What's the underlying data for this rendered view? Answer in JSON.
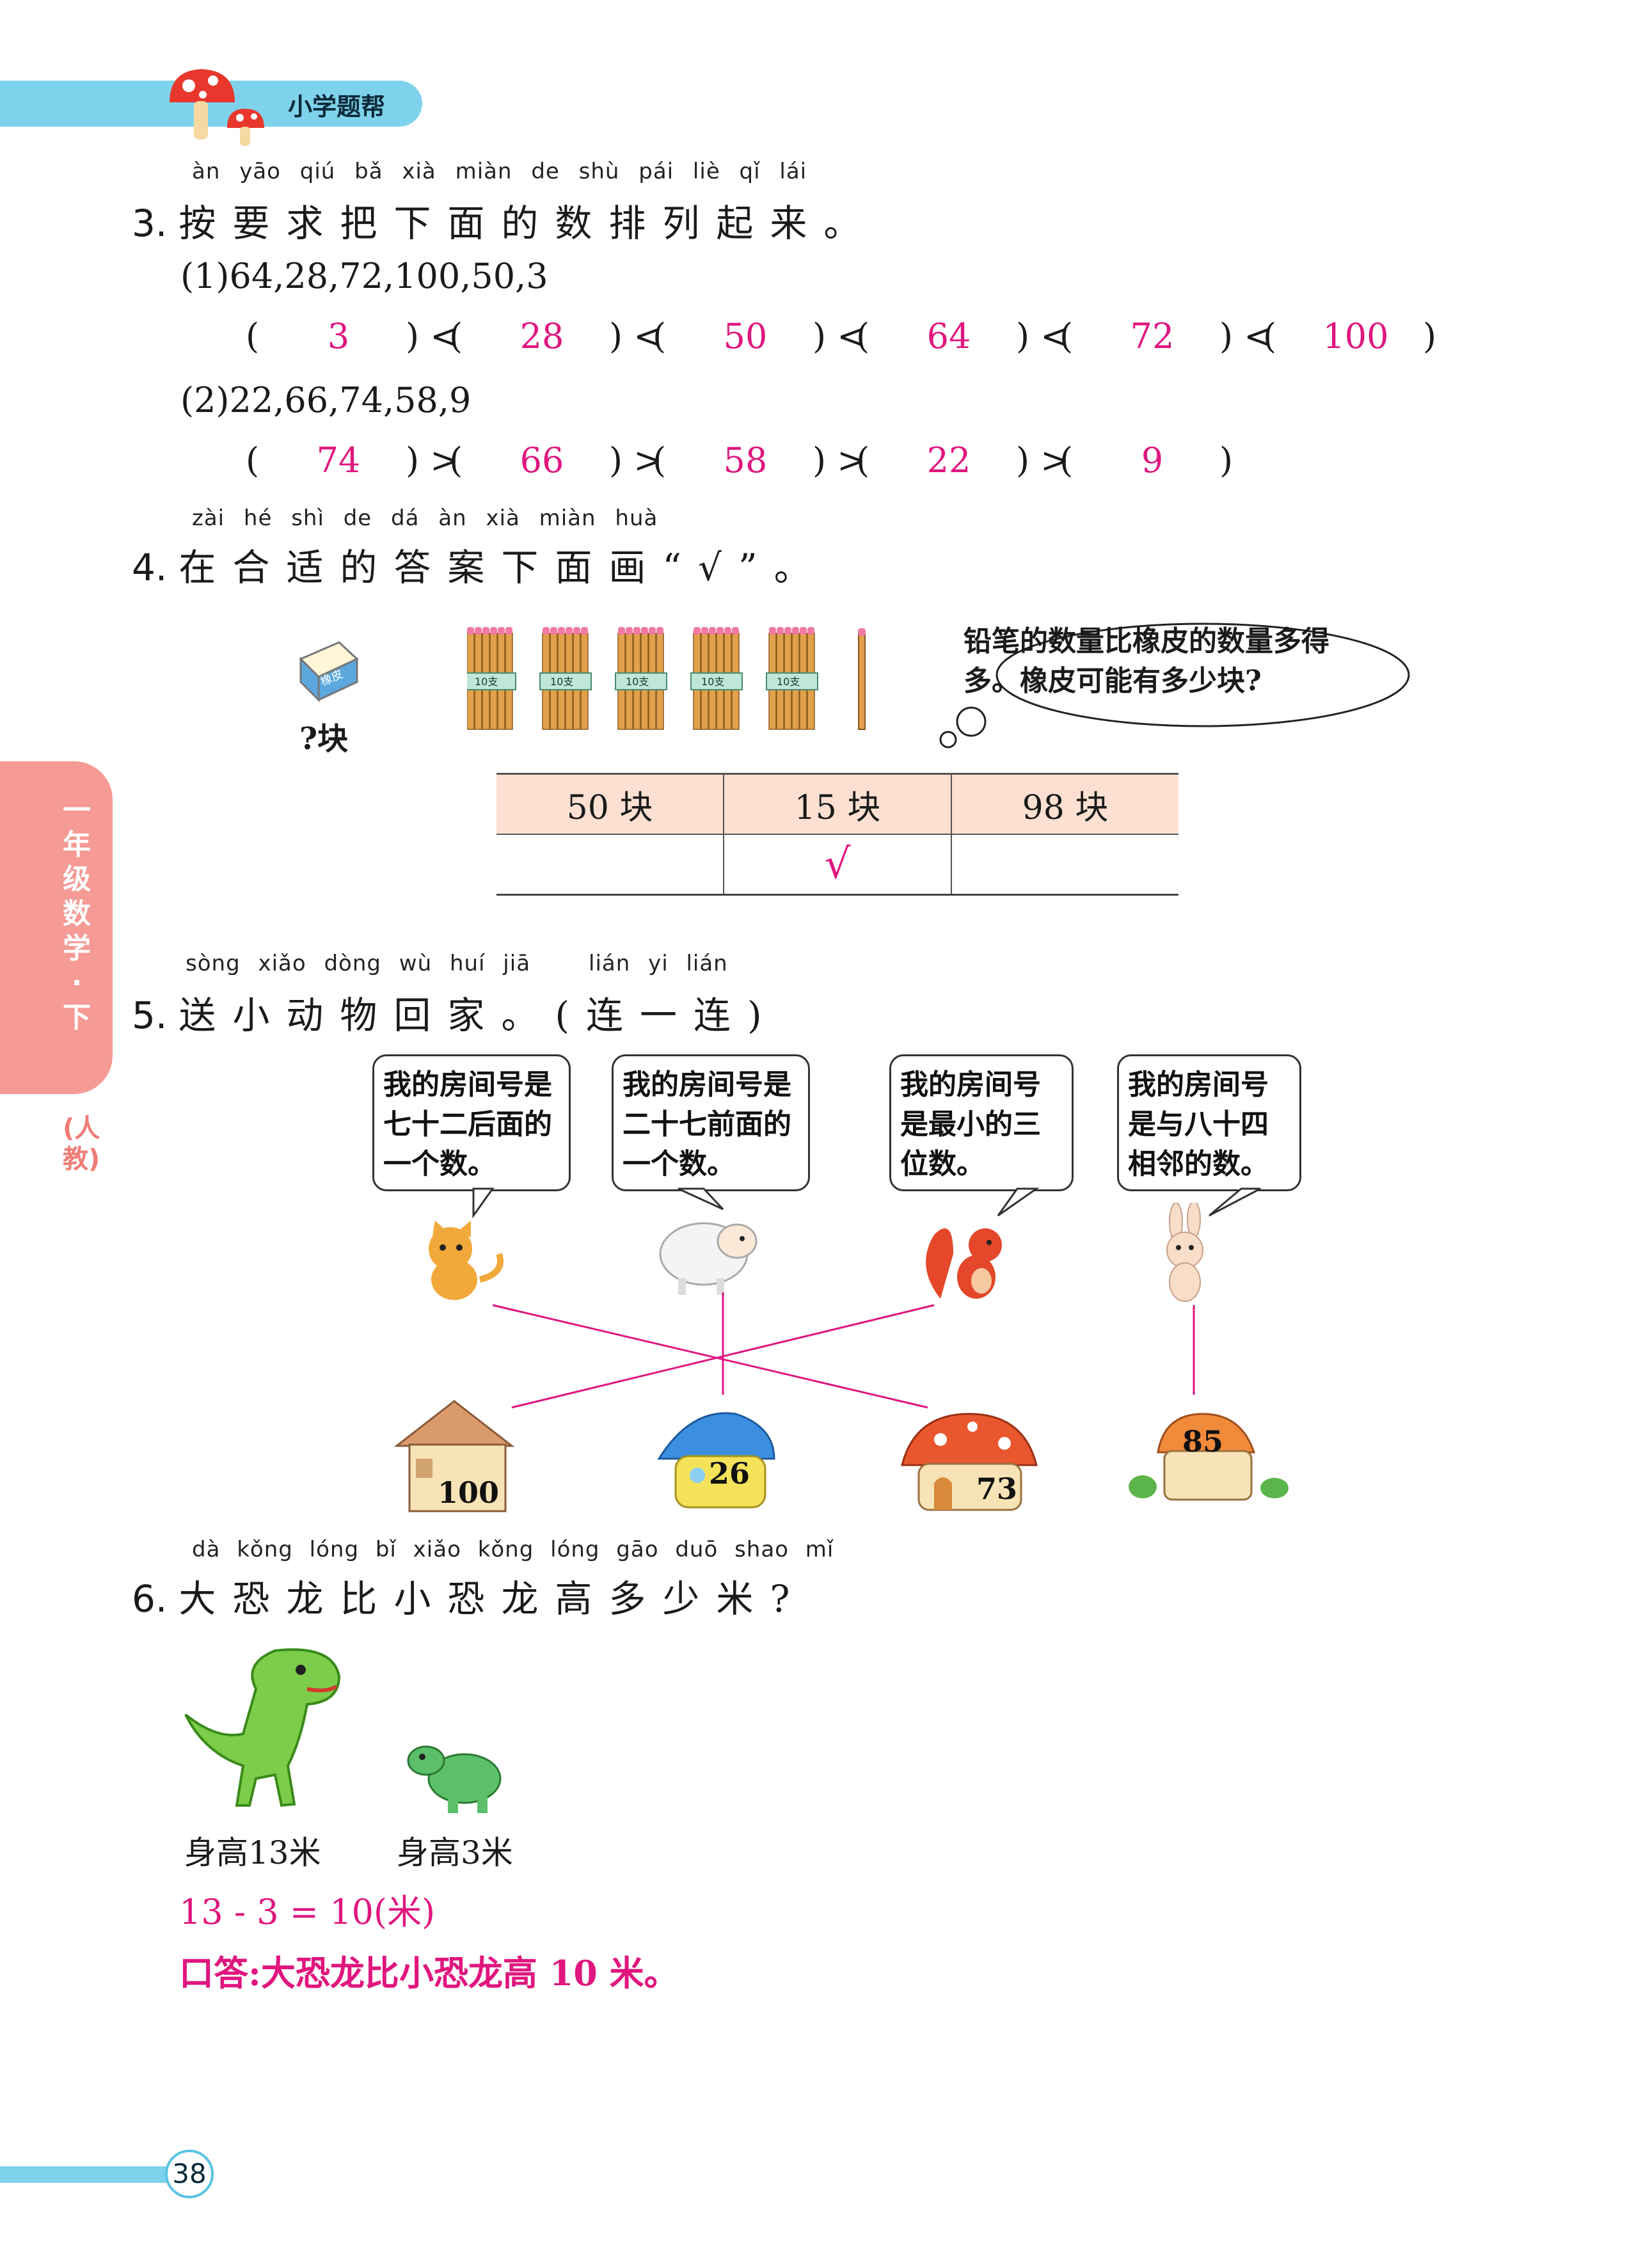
{
  "header": {
    "title": "小学题帮"
  },
  "side_tab": {
    "grade": "一年级数学·下",
    "edition": "(人教)"
  },
  "q3": {
    "pinyin": "àn yāo qiú bǎ xià miàn de shù pái liè qǐ lái",
    "number": "3.",
    "title": "按要求把下面的数排列起来。",
    "part1": {
      "label": "(1)64,28,72,100,50,3",
      "answers": [
        "3",
        "28",
        "50",
        "64",
        "72",
        "100"
      ],
      "symbol": "<"
    },
    "part2": {
      "label": "(2)22,66,74,58,9",
      "answers": [
        "74",
        "66",
        "58",
        "22",
        "9"
      ],
      "symbol": ">"
    }
  },
  "q4": {
    "pinyin": "zài hé shì de dá àn xià miàn huà",
    "number": "4.",
    "title": "在合适的答案下面画“√”。",
    "eraser_label": "橡皮",
    "eraser_caption": "?块",
    "bundle_label": "10支",
    "thought": "铅笔的数量比橡皮的数量多得多。橡皮可能有多少块?",
    "options": [
      "50 块",
      "15 块",
      "98 块"
    ],
    "marks": [
      "",
      "√",
      ""
    ]
  },
  "q5": {
    "pinyin_left": "sòng xiǎo dòng wù huí jiā",
    "pinyin_right": "lián yi lián",
    "number": "5.",
    "title": "送小动物回家。(连一连)",
    "bubbles": [
      "我的房间号是七十二后面的一个数。",
      "我的房间号是二十七前面的一个数。",
      "我的房间号是最小的三位数。",
      "我的房间号是与八十四相邻的数。"
    ],
    "houses": [
      "100",
      "26",
      "73",
      "85"
    ]
  },
  "q6": {
    "pinyin": "dà kǒng lóng bǐ xiǎo kǒng lóng gāo duō shao mǐ",
    "number": "6.",
    "title": "大恐龙比小恐龙高多少米?",
    "big_caption": "身高13米",
    "small_caption": "身高3米",
    "equation": "13 - 3 = 10(米)",
    "answer": "口答:大恐龙比小恐龙高 10 米。"
  },
  "footer": {
    "page": "38"
  },
  "colors": {
    "answer": "#e0167e",
    "header": "#7fd2ec",
    "side_tab": "#f59a94",
    "table_head": "#fde0d2"
  }
}
